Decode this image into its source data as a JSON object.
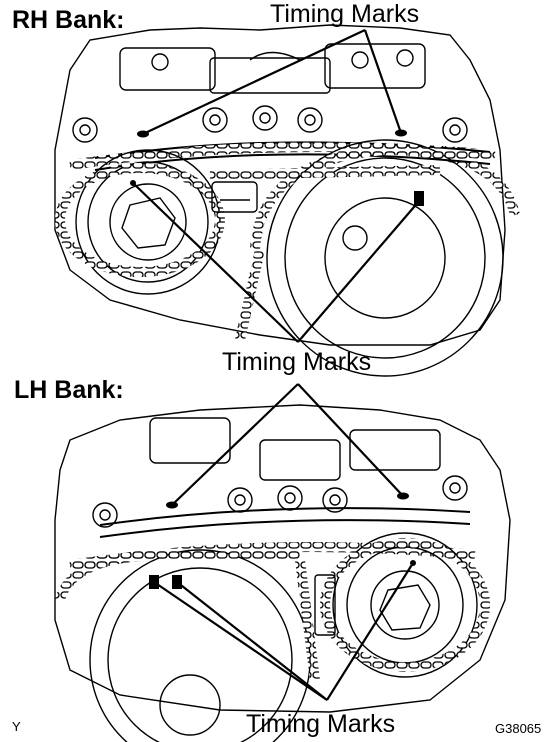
{
  "rh_section": {
    "title": "RH Bank:",
    "top_callout": "Timing Marks",
    "bottom_callout": "Timing Marks"
  },
  "lh_section": {
    "title": "LH Bank:",
    "bottom_callout": "Timing Marks"
  },
  "footer": {
    "left_code": "Y",
    "figure_id": "G38065"
  }
}
